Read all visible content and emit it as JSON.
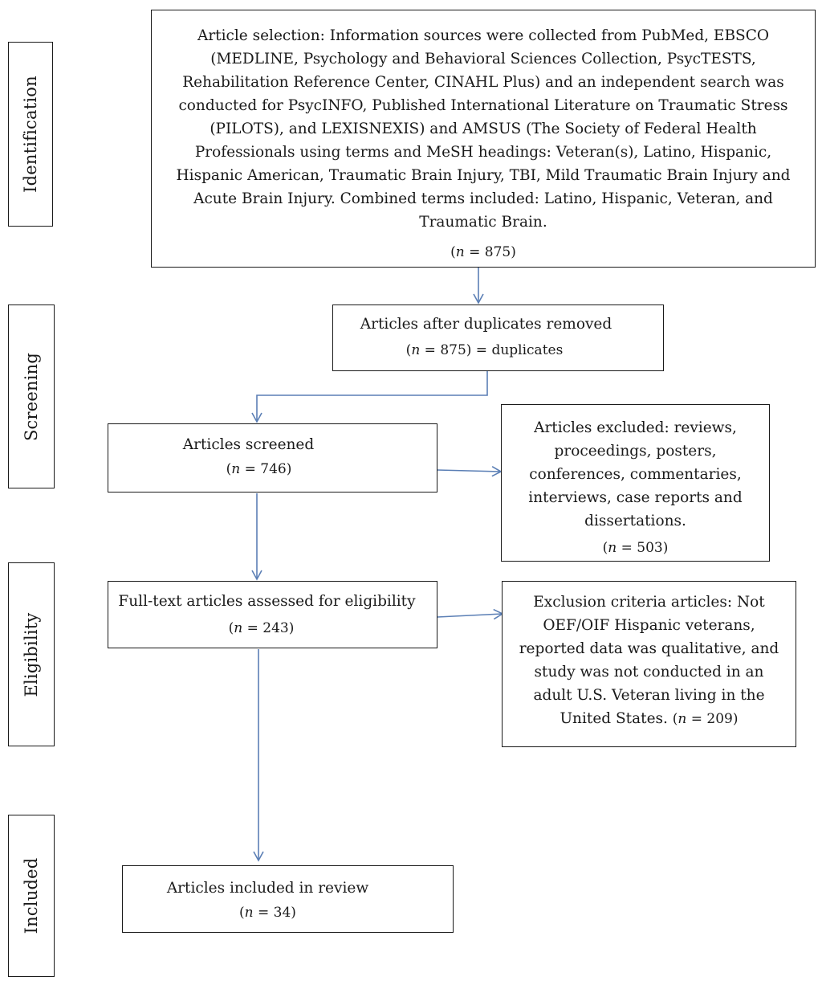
{
  "stages": {
    "identification": "Identification",
    "screening": "Screening",
    "eligibility": "Eligibility",
    "included": "Included"
  },
  "boxes": {
    "identification": {
      "text": "Article selection: Information sources were collected from PubMed, EBSCO (MEDLINE, Psychology and Behavioral Sciences Collection, PsycTESTS, Rehabilitation Reference Center, CINAHL Plus) and an independent search was conducted for PsycINFO, Published International Literature on Traumatic Stress (PILOTS), and LEXISNEXIS) and AMSUS (The Society of Federal Health Professionals using terms and MeSH headings: Veteran(s), Latino, Hispanic, Hispanic American, Traumatic Brain Injury, TBI, Mild Traumatic Brain Injury and Acute Brain Injury. Combined terms included: Latino, Hispanic, Veteran, and Traumatic Brain.",
      "n_prefix": "(",
      "n_symbol": "n",
      "n_value": " = 875)"
    },
    "duplicates_removed": {
      "title": "Articles after duplicates removed",
      "n_prefix": "(",
      "n_symbol": "n",
      "n_value": " = 875) = duplicates"
    },
    "screened": {
      "title": "Articles screened",
      "n_prefix": "(",
      "n_symbol": "n",
      "n_value": " = 746)"
    },
    "excluded_screening": {
      "text": "Articles excluded: reviews, proceedings, posters, conferences, commentaries, interviews, case reports and dissertations.",
      "n_prefix": "(",
      "n_symbol": "n",
      "n_value": " = 503)"
    },
    "eligibility": {
      "title": "Full-text articles assessed for eligibility",
      "n_prefix": "(",
      "n_symbol": "n",
      "n_value": " = 243)"
    },
    "excluded_eligibility": {
      "text": "Exclusion criteria articles: Not OEF/OIF Hispanic veterans, reported data was qualitative, and study was not conducted in an adult U.S. Veteran living in the United States. ",
      "n_prefix": "(",
      "n_symbol": "n",
      "n_value": " = 209)"
    },
    "included": {
      "title": "Articles included in review",
      "n_prefix": "(",
      "n_symbol": "n",
      "n_value": " = 34)"
    }
  },
  "colors": {
    "arrow": "#5b7fb5",
    "border": "#1a1a1a"
  }
}
